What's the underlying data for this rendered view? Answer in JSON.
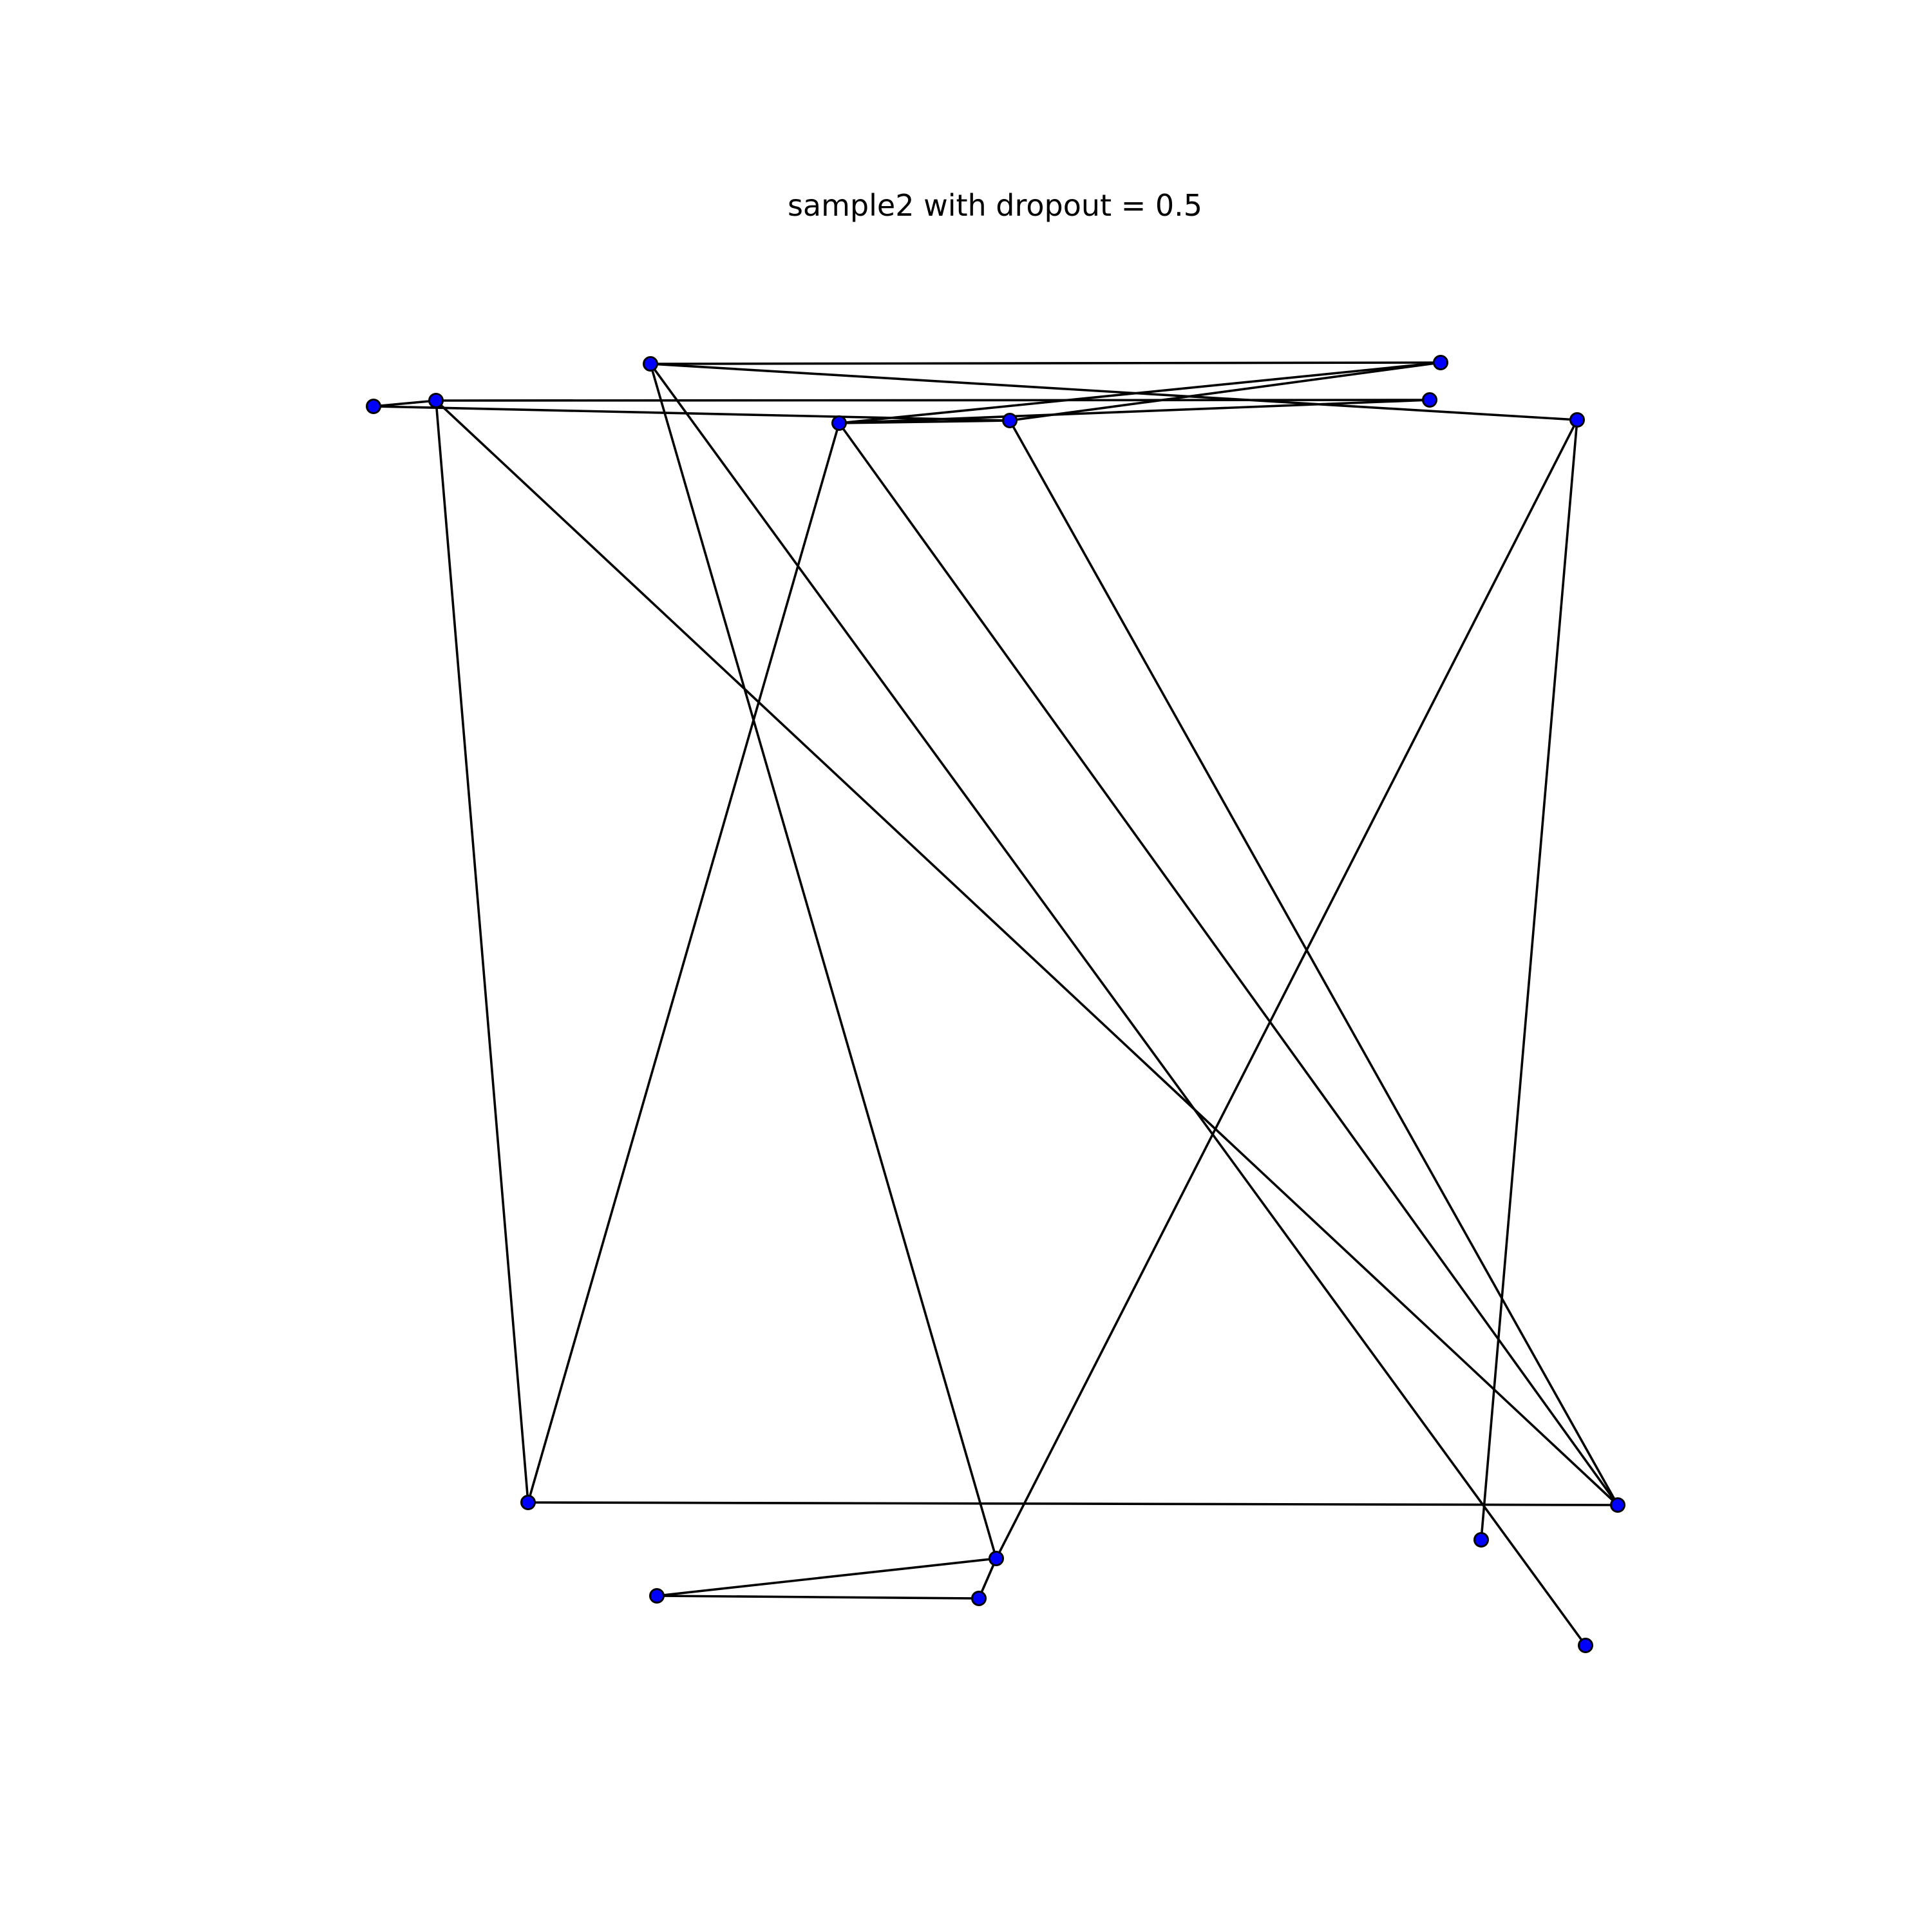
{
  "figure": {
    "title": "sample2 with dropout = 0.5"
  },
  "graph": {
    "node_color": "#0000ff",
    "node_edge_color": "#000000",
    "edge_color": "#000000",
    "nodes": [
      {
        "id": "n1"
      },
      {
        "id": "n2"
      },
      {
        "id": "n3"
      },
      {
        "id": "n4"
      },
      {
        "id": "n5"
      },
      {
        "id": "n6"
      },
      {
        "id": "n7"
      },
      {
        "id": "n8"
      },
      {
        "id": "n9"
      },
      {
        "id": "n10"
      },
      {
        "id": "n11"
      },
      {
        "id": "n12"
      },
      {
        "id": "n13"
      },
      {
        "id": "n14"
      },
      {
        "id": "n15"
      }
    ],
    "edges": [
      [
        "n3",
        "n10"
      ],
      [
        "n3",
        "n5"
      ],
      [
        "n3",
        "n4"
      ],
      [
        "n4",
        "n8"
      ],
      [
        "n4",
        "n9"
      ],
      [
        "n4",
        "n6"
      ],
      [
        "n4",
        "n5"
      ],
      [
        "n5",
        "n9"
      ],
      [
        "n5",
        "n10"
      ],
      [
        "n10",
        "n11"
      ],
      [
        "n10",
        "n8"
      ],
      [
        "n9",
        "n11"
      ],
      [
        "n6",
        "n9"
      ],
      [
        "n6",
        "n12"
      ],
      [
        "n12",
        "n13"
      ],
      [
        "n12",
        "n14"
      ],
      [
        "n12",
        "n15"
      ],
      [
        "n13",
        "n14"
      ],
      [
        "n13",
        "n7"
      ],
      [
        "n14",
        "n2"
      ],
      [
        "n14",
        "n1"
      ],
      [
        "n2",
        "n1"
      ]
    ]
  }
}
